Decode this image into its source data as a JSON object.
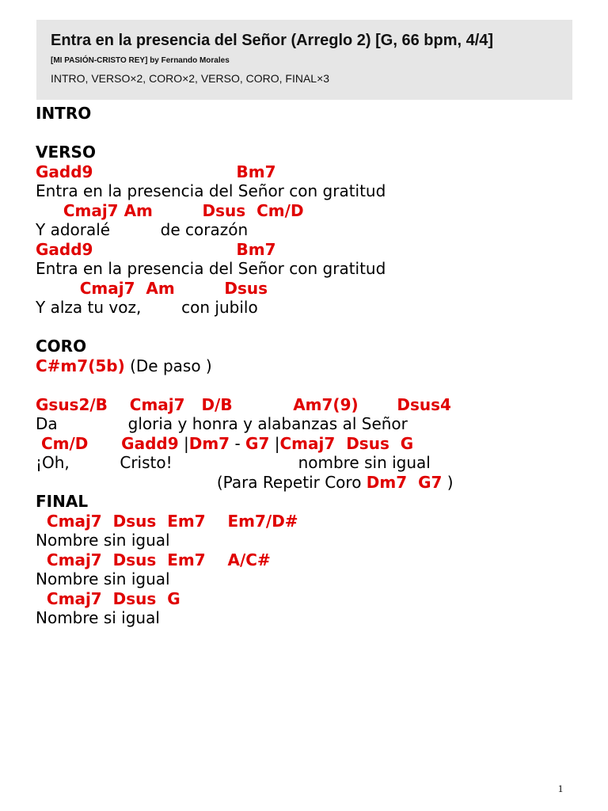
{
  "header": {
    "title": "Entra en la presencia del Señor (Arreglo 2) [G, 66 bpm, 4/4]",
    "subtitle": "[MI PASIÓN-CRISTO REY] by Fernando Morales",
    "structure": "INTRO, VERSO×2, CORO×2, VERSO, CORO, FINAL×3"
  },
  "song": {
    "intro": {
      "label": "INTRO"
    },
    "verse": {
      "label": "VERSO",
      "chords_1": "Gadd9                          Bm7",
      "lyric_1": "Entra en la presencia del Señor con gratitud",
      "chords_2": "     Cmaj7 Am         Dsus  Cm/D",
      "lyric_2": "Y adoralé          de corazón",
      "chords_3": "Gadd9                          Bm7",
      "lyric_3": "Entra en la presencia del Señor con gratitud",
      "chords_4": "        Cmaj7  Am         Dsus",
      "lyric_4": "Y alza tu voz,        con jubilo"
    },
    "chorus": {
      "label": "CORO",
      "passing_chord": "C#m7(5b)",
      "passing_note": " (De paso )",
      "chords_1": "Gsus2/B    Cmaj7   D/B           Am7(9)       Dsus4",
      "lyric_1": "Da              gloria y honra y alabanzas al Señor",
      "chords_2a": " Cm/D      Gadd9",
      "sep_1": " |",
      "chords_2b": "Dm7",
      "dash": " - ",
      "chords_2c": "G7",
      "sep_2": " |",
      "chords_2d": "Cmaj7  Dsus  G",
      "lyric_2": "¡Oh,          Cristo!                         nombre sin igual",
      "repeat_text": "                                    (Para Repetir Coro ",
      "repeat_chords": "Dm7  G7",
      "repeat_close": " )"
    },
    "final": {
      "label": "FINAL",
      "chords_1": "  Cmaj7  Dsus  Em7    Em7/D#",
      "lyric_1": "Nombre sin igual",
      "chords_2": "  Cmaj7  Dsus  Em7    A/C#",
      "lyric_2": "Nombre sin igual",
      "chords_3": "  Cmaj7  Dsus  G",
      "lyric_3": "Nombre si igual"
    }
  },
  "page_number": "1",
  "colors": {
    "chord": "#e00000",
    "header_bg": "#e6e6e6"
  }
}
